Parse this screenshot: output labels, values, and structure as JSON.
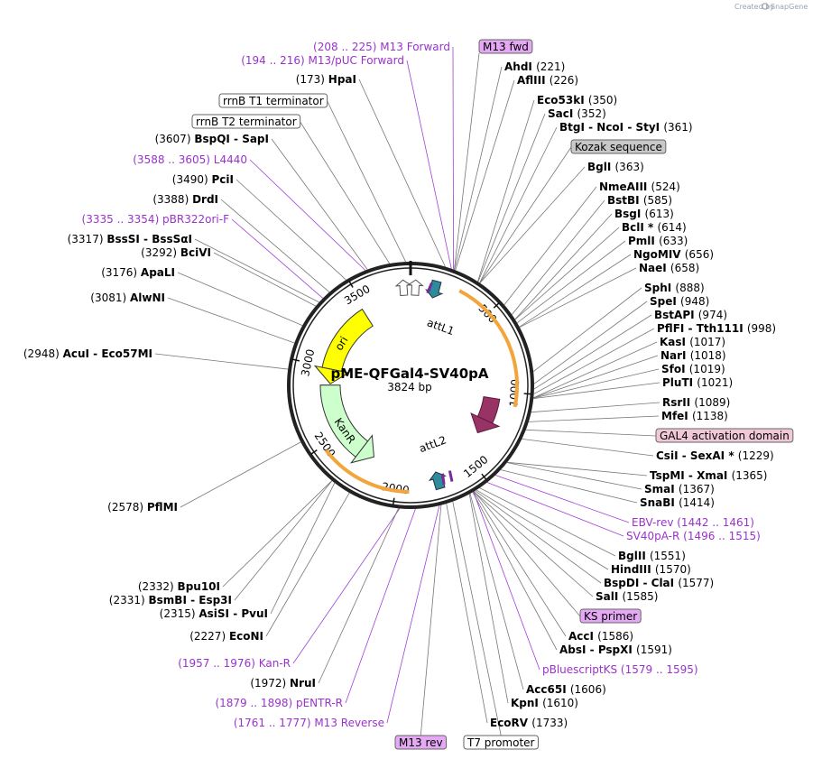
{
  "plasmid": {
    "name": "pME-QFGal4-SV40pA",
    "length_label": "3824 bp",
    "length": 3824
  },
  "credit": {
    "prefix": "Created by",
    "brand": "SnapGene"
  },
  "ticks": [
    "500",
    "1000",
    "1500",
    "2000",
    "2500",
    "3000",
    "3500"
  ],
  "features": [
    {
      "name": "ori",
      "color": "#ffff00"
    },
    {
      "name": "KanR",
      "color": "#ccffcc"
    },
    {
      "name": "attL1",
      "color": "#2e8b9a"
    },
    {
      "name": "attL2",
      "color": "#2e8b9a"
    },
    {
      "name": "GAL4 activation domain",
      "color": "#993366"
    }
  ],
  "labels": [
    {
      "kind": "primer",
      "text": "(208 .. 225)  M13 Forward"
    },
    {
      "kind": "primer",
      "text": "(194 .. 216)  M13/pUC Forward"
    },
    {
      "kind": "site",
      "pos": "(173)",
      "name": "HpaI"
    },
    {
      "kind": "box",
      "text": "rrnB T1 terminator",
      "color": "#ffffff"
    },
    {
      "kind": "box",
      "text": "rrnB T2 terminator",
      "color": "#ffffff"
    },
    {
      "kind": "site",
      "pos": "(3607)",
      "name": "BspQI  -  SapI"
    },
    {
      "kind": "primer",
      "text": "(3588 .. 3605)  L4440"
    },
    {
      "kind": "site",
      "pos": "(3490)",
      "name": "PciI"
    },
    {
      "kind": "site",
      "pos": "(3388)",
      "name": "DrdI"
    },
    {
      "kind": "primer",
      "text": "(3335 .. 3354)  pBR322ori-F"
    },
    {
      "kind": "site",
      "pos": "(3317)",
      "name": "BssSI  -  BssSαI"
    },
    {
      "kind": "site",
      "pos": "(3292)",
      "name": "BciVI"
    },
    {
      "kind": "site",
      "pos": "(3176)",
      "name": "ApaLI"
    },
    {
      "kind": "site",
      "pos": "(3081)",
      "name": "AlwNI"
    },
    {
      "kind": "site",
      "pos": "(2948)",
      "name": "AcuI  -  Eco57MI"
    },
    {
      "kind": "site",
      "pos": "(2578)",
      "name": "PflMI"
    },
    {
      "kind": "site",
      "pos": "(2332)",
      "name": "Bpu10I"
    },
    {
      "kind": "site",
      "pos": "(2331)",
      "name": "BsmBI  -  Esp3I"
    },
    {
      "kind": "site",
      "pos": "(2315)",
      "name": "AsiSI  -  PvuI"
    },
    {
      "kind": "site",
      "pos": "(2227)",
      "name": "EcoNI"
    },
    {
      "kind": "primer",
      "text": "(1957 .. 1976)  Kan-R"
    },
    {
      "kind": "site",
      "pos": "(1972)",
      "name": "NruI"
    },
    {
      "kind": "primer",
      "text": "(1879 .. 1898)  pENTR-R"
    },
    {
      "kind": "primer",
      "text": "(1761 .. 1777)  M13 Reverse"
    },
    {
      "kind": "box",
      "text": "M13 rev",
      "color": "#e5a8f5"
    },
    {
      "kind": "box",
      "text": "T7 promoter",
      "color": "#ffffff"
    },
    {
      "kind": "box",
      "text": "M13 fwd",
      "color": "#e5a8f5"
    },
    {
      "kind": "site",
      "name": "AhdI",
      "pos": "(221)"
    },
    {
      "kind": "site",
      "name": "AflIII",
      "pos": "(226)"
    },
    {
      "kind": "site",
      "name": "Eco53kI",
      "pos": "(350)"
    },
    {
      "kind": "site",
      "name": "SacI",
      "pos": "(352)"
    },
    {
      "kind": "site",
      "name": "BtgI  -  NcoI  -  StyI",
      "pos": "(361)"
    },
    {
      "kind": "box",
      "text": "Kozak sequence",
      "color": "#c8c8c8"
    },
    {
      "kind": "site",
      "name": "BglI",
      "pos": "(363)"
    },
    {
      "kind": "site",
      "name": "NmeAIII",
      "pos": "(524)"
    },
    {
      "kind": "site",
      "name": "BstBI",
      "pos": "(585)"
    },
    {
      "kind": "site",
      "name": "BsgI",
      "pos": "(613)"
    },
    {
      "kind": "site",
      "name": "BclI *",
      "pos": "(614)"
    },
    {
      "kind": "site",
      "name": "PmlI",
      "pos": "(633)"
    },
    {
      "kind": "site",
      "name": "NgoMIV",
      "pos": "(656)"
    },
    {
      "kind": "site",
      "name": "NaeI",
      "pos": "(658)"
    },
    {
      "kind": "site",
      "name": "SphI",
      "pos": "(888)"
    },
    {
      "kind": "site",
      "name": "SpeI",
      "pos": "(948)"
    },
    {
      "kind": "site",
      "name": "BstAPI",
      "pos": "(974)"
    },
    {
      "kind": "site",
      "name": "PflFI  -  Tth111I",
      "pos": "(998)"
    },
    {
      "kind": "site",
      "name": "KasI",
      "pos": "(1017)"
    },
    {
      "kind": "site",
      "name": "NarI",
      "pos": "(1018)"
    },
    {
      "kind": "site",
      "name": "SfoI",
      "pos": "(1019)"
    },
    {
      "kind": "site",
      "name": "PluTI",
      "pos": "(1021)"
    },
    {
      "kind": "site",
      "name": "RsrII",
      "pos": "(1089)"
    },
    {
      "kind": "site",
      "name": "MfeI",
      "pos": "(1138)"
    },
    {
      "kind": "box",
      "text": "GAL4 activation domain",
      "color": "#f0c8d8"
    },
    {
      "kind": "site",
      "name": "CsiI  -  SexAI *",
      "pos": "(1229)"
    },
    {
      "kind": "site",
      "name": "TspMI  -  XmaI",
      "pos": "(1365)"
    },
    {
      "kind": "site",
      "name": "SmaI",
      "pos": "(1367)"
    },
    {
      "kind": "site",
      "name": "SnaBI",
      "pos": "(1414)"
    },
    {
      "kind": "primer",
      "text": "EBV-rev    (1442 .. 1461)"
    },
    {
      "kind": "primer",
      "text": "SV40pA-R    (1496 .. 1515)"
    },
    {
      "kind": "site",
      "name": "BglII",
      "pos": "(1551)"
    },
    {
      "kind": "site",
      "name": "HindIII",
      "pos": "(1570)"
    },
    {
      "kind": "site",
      "name": "BspDI  -  ClaI",
      "pos": "(1577)"
    },
    {
      "kind": "site",
      "name": "SalI",
      "pos": "(1585)"
    },
    {
      "kind": "box",
      "text": "KS primer",
      "color": "#e5a8f5"
    },
    {
      "kind": "site",
      "name": "AccI",
      "pos": "(1586)"
    },
    {
      "kind": "site",
      "name": "AbsI  -  PspXI",
      "pos": "(1591)"
    },
    {
      "kind": "primer",
      "text": "pBluescriptKS    (1579 .. 1595)"
    },
    {
      "kind": "site",
      "name": "Acc65I",
      "pos": "(1606)"
    },
    {
      "kind": "site",
      "name": "KpnI",
      "pos": "(1610)"
    },
    {
      "kind": "site",
      "name": "EcoRV",
      "pos": "(1733)"
    }
  ]
}
